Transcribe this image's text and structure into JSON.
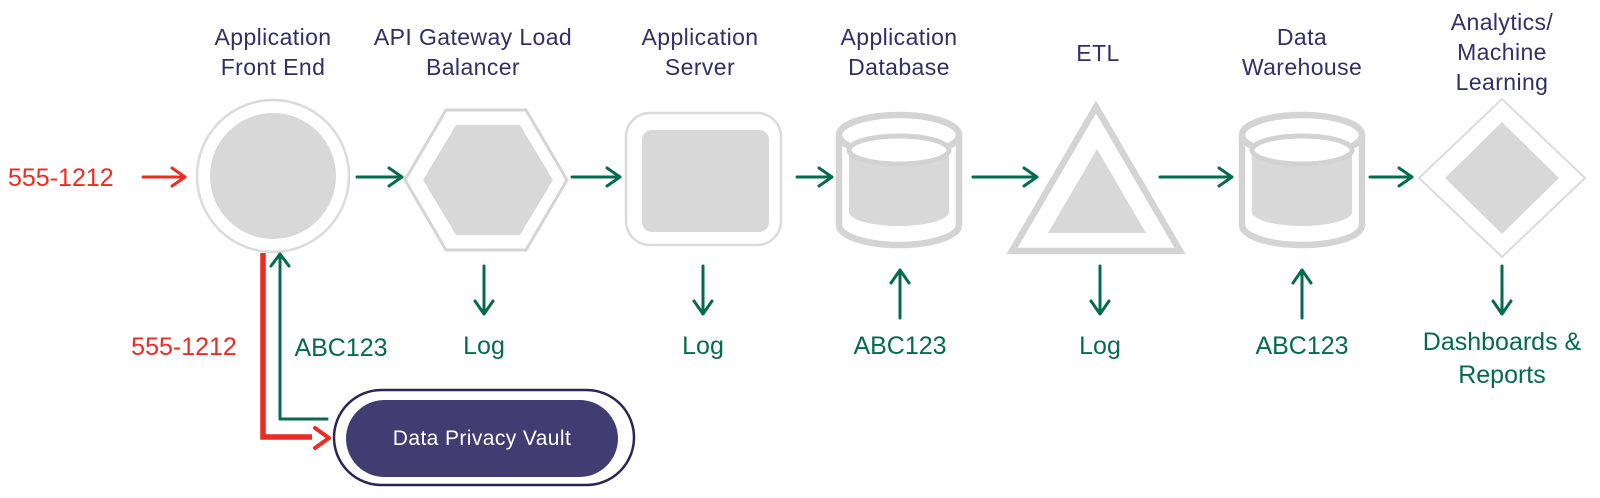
{
  "flow": {
    "nodes": [
      {
        "name": "application-front-end",
        "shape": "circle",
        "title_lines": [
          "Application",
          "Front End"
        ]
      },
      {
        "name": "api-gateway-load-balancer",
        "shape": "hexagon",
        "title_lines": [
          "API Gateway Load",
          "Balancer"
        ],
        "side_label": "Log",
        "side_arrow": "down"
      },
      {
        "name": "application-server",
        "shape": "rounded-rectangle",
        "title_lines": [
          "Application",
          "Server"
        ],
        "side_label": "Log",
        "side_arrow": "down"
      },
      {
        "name": "application-database",
        "shape": "cylinder",
        "title_lines": [
          "Application",
          "Database"
        ],
        "side_label": "ABC123",
        "side_arrow": "up"
      },
      {
        "name": "etl",
        "shape": "triangle",
        "title_lines": [
          "ETL"
        ],
        "side_label": "Log",
        "side_arrow": "down"
      },
      {
        "name": "data-warehouse",
        "shape": "cylinder",
        "title_lines": [
          "Data",
          "Warehouse"
        ],
        "side_label": "ABC123",
        "side_arrow": "up"
      },
      {
        "name": "analytics-machine-learning",
        "shape": "diamond",
        "title_lines": [
          "Analytics/",
          "Machine",
          "Learning"
        ],
        "side_label_lines": [
          "Dashboards &",
          "Reports"
        ],
        "side_arrow": "down"
      }
    ],
    "inputs": {
      "raw_value_top": "555-1212",
      "raw_value_bottom": "555-1212",
      "token_value": "ABC123"
    },
    "vault": {
      "label": "Data Privacy Vault"
    },
    "colors": {
      "green": "#046B4E",
      "red": "#EC2B22",
      "navy": "#332E65",
      "vault_fill": "#413C71",
      "vault_border": "#2B2659",
      "shape_fill": "#D8D8D8",
      "shape_stroke": "#D5D5D5"
    }
  }
}
